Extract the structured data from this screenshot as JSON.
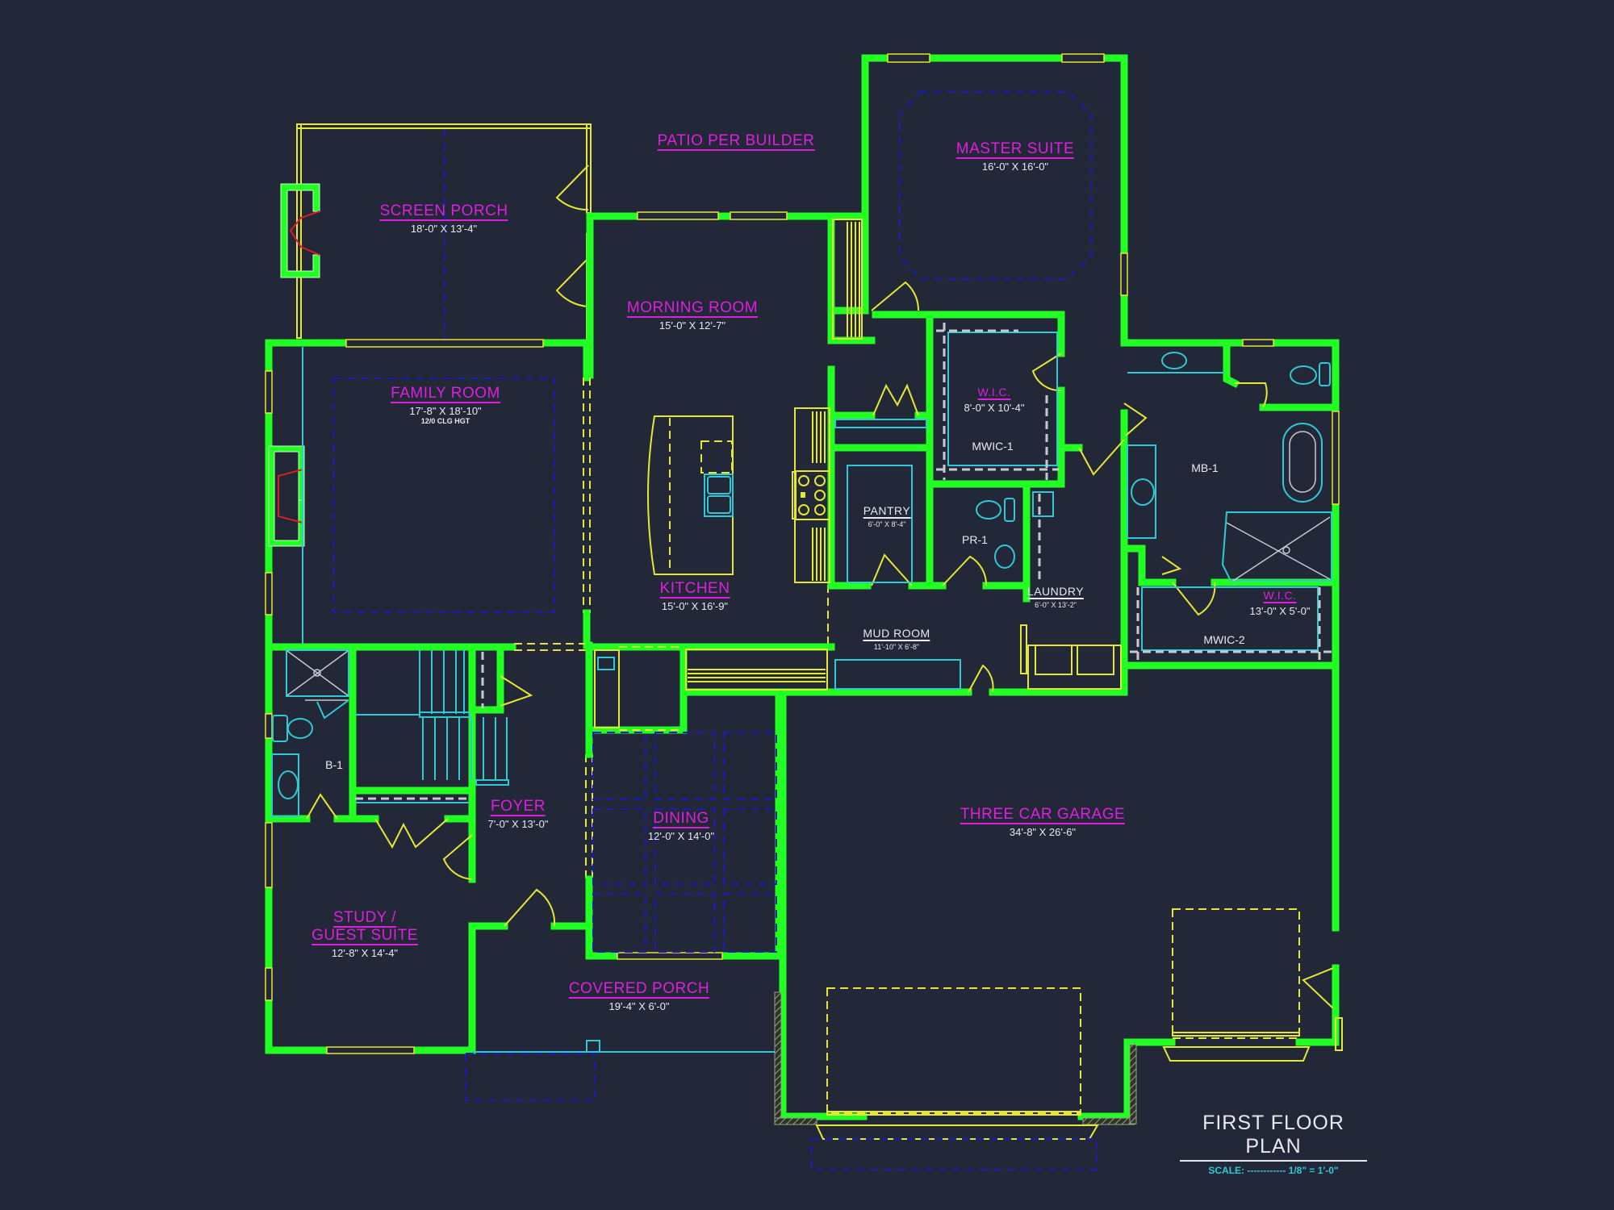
{
  "drawing": {
    "title": "FIRST FLOOR PLAN",
    "scale_label": "SCALE: ------------ 1/8\" = 1'-0\"",
    "background_color": "#232838",
    "colors": {
      "walls": "#22ff22",
      "fixtures_doors_windows": "#e6e635",
      "plumbing_fixtures": "#2fc9d6",
      "ceiling_outlines": "#1a1ab8",
      "room_names": "#e01ee0",
      "dimensions_text": "#e8e8ee",
      "fireplace": "#d42020"
    }
  },
  "rooms": {
    "patio": {
      "name": "PATIO PER BUILDER"
    },
    "screen_porch": {
      "name": "SCREEN PORCH",
      "dim": "18'-0\" X 13'-4\""
    },
    "master_suite": {
      "name": "MASTER SUITE",
      "dim": "16'-0\" X 16'-0\""
    },
    "morning_room": {
      "name": "MORNING ROOM",
      "dim": "15'-0\" X 12'-7\""
    },
    "family_room": {
      "name": "FAMILY ROOM",
      "dim": "17'-8\" X 18'-10\"",
      "note": "12/0 CLG HGT"
    },
    "kitchen": {
      "name": "KITCHEN",
      "dim": "15'-0\" X 16'-9\""
    },
    "wic_1": {
      "name": "W.I.C.",
      "dim": "8'-0\" X 10'-4\"",
      "tag": "MWIC-1"
    },
    "pantry": {
      "name": "PANTRY",
      "dim": "6'-0\" X 8'-4\""
    },
    "powder": {
      "tag": "PR-1"
    },
    "laundry": {
      "name": "LAUNDRY",
      "dim": "6'-0\" X 13'-2\""
    },
    "mud_room": {
      "name": "MUD ROOM",
      "dim": "11'-10\" X 6'-8\""
    },
    "master_bath": {
      "tag": "MB-1"
    },
    "wic_2": {
      "name": "W.I.C.",
      "dim": "13'-0\" X 5'-0\"",
      "tag": "MWIC-2"
    },
    "bath_1": {
      "tag": "B-1"
    },
    "foyer": {
      "name": "FOYER",
      "dim": "7'-0\" X 13'-0\""
    },
    "dining": {
      "name": "DINING",
      "dim": "12'-0\" X 14'-0\""
    },
    "garage": {
      "name": "THREE CAR GARAGE",
      "dim": "34'-8\" X 26'-6\""
    },
    "study": {
      "name_line1": "STUDY /",
      "name_line2": "GUEST SUITE",
      "dim": "12'-8\" X 14'-4\""
    },
    "covered_porch": {
      "name": "COVERED PORCH",
      "dim": "19'-4\" X 6'-0\""
    }
  }
}
